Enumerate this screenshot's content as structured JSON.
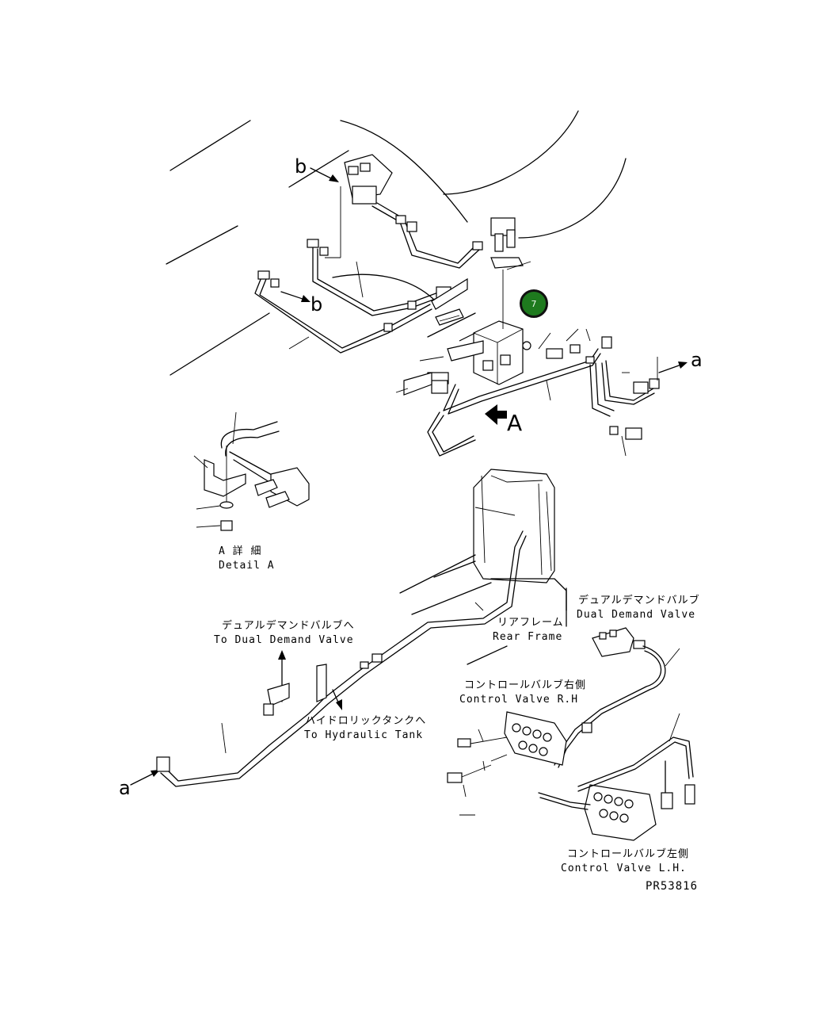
{
  "labels": {
    "detail_a_jp": "A 詳 細",
    "detail_a_en": "Detail A",
    "to_dual_demand_jp": "デュアルデマンドバルブへ",
    "to_dual_demand_en": "To Dual Demand Valve",
    "to_hydraulic_tank_jp": "ハイドロリックタンクへ",
    "to_hydraulic_tank_en": "To Hydraulic Tank",
    "rear_frame_jp": "リアフレーム",
    "rear_frame_en": "Rear Frame",
    "dual_demand_jp": "デュアルデマンドバルブ",
    "dual_demand_en": "Dual Demand Valve",
    "control_valve_rh_jp": "コントロールバルブ右側",
    "control_valve_rh_en": "Control Valve R.H",
    "control_valve_lh_jp": "コントロールバルブ左側",
    "control_valve_lh_en": "Control Valve L.H.",
    "drawing_number": "PR53816"
  },
  "markers": {
    "b_top": "b",
    "b_mid": "b",
    "a_right": "a",
    "view_a": "A",
    "a_left": "a"
  },
  "callout": {
    "number": "7",
    "color": "#1e7a1e"
  }
}
